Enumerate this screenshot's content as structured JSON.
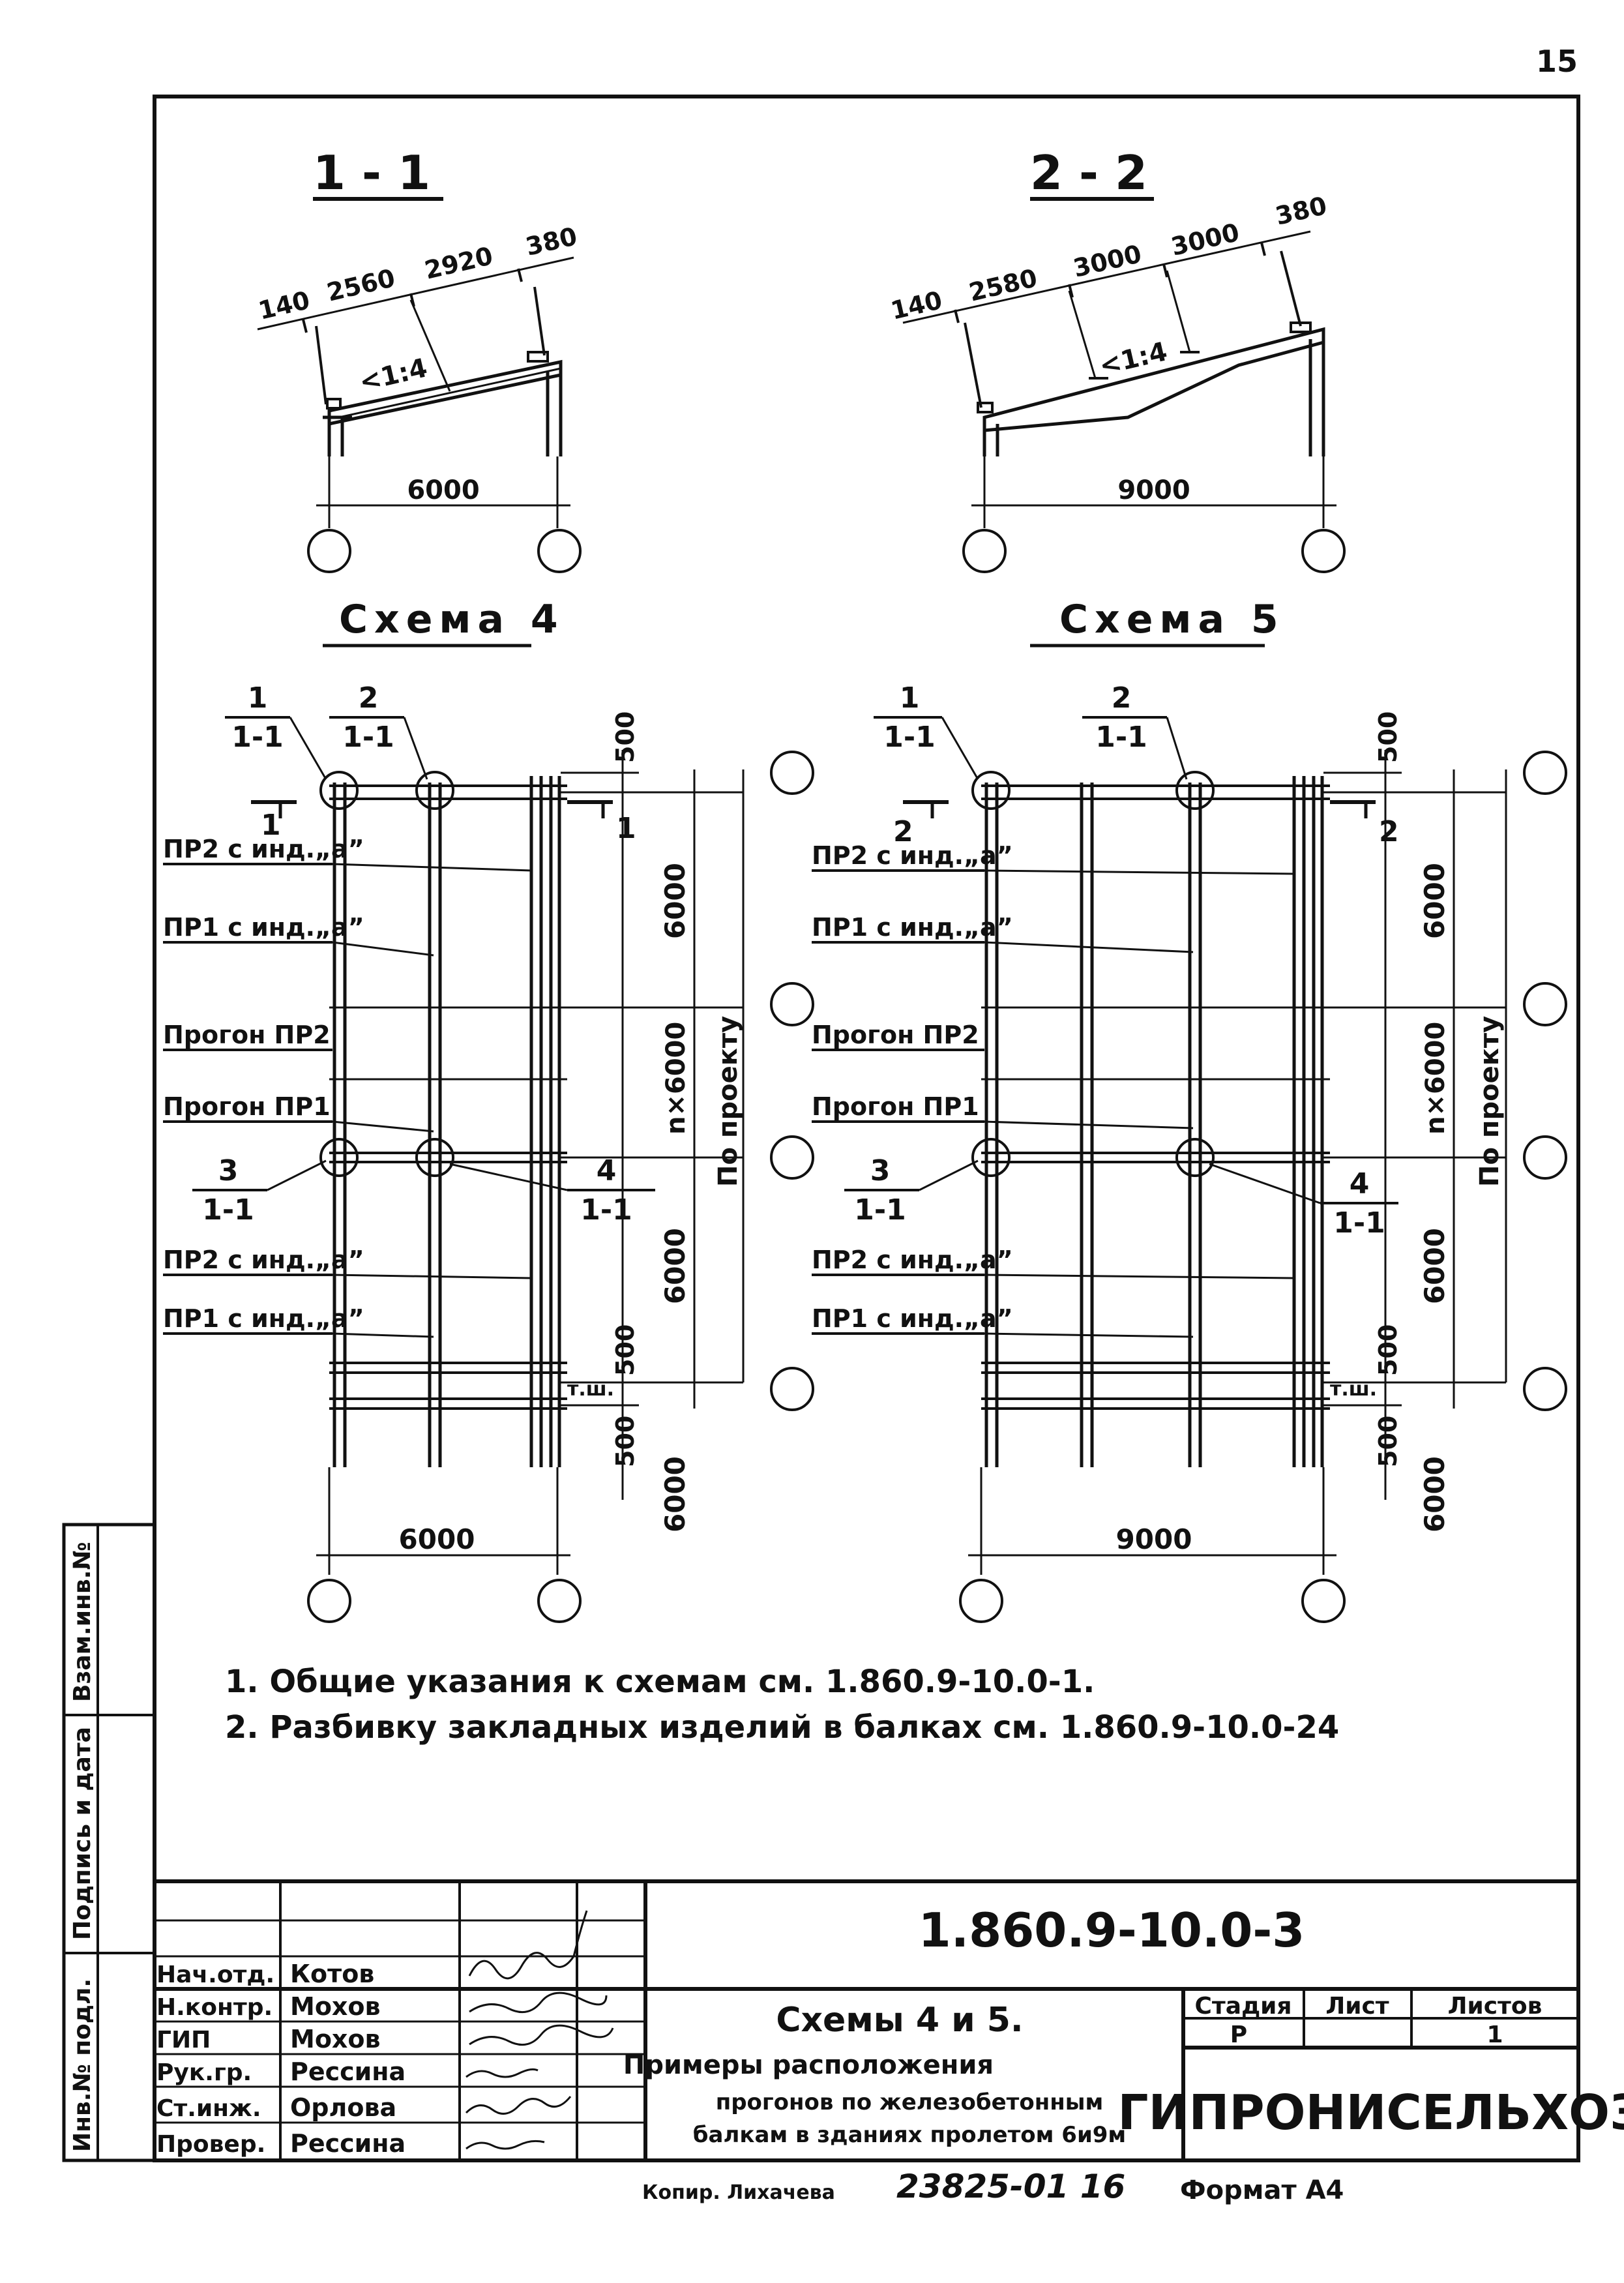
{
  "sheet": {
    "page_number": "15",
    "format_label": "Формат А4",
    "copied_by": "Копир. Лихачева",
    "inventory_number": "23825-01 16"
  },
  "left_strip": {
    "vzam_inv": "Взам.инв.№",
    "podpis_data": "Подпись и дата",
    "inv_podl": "Инв.№ подл."
  },
  "section_1": {
    "title": "1 - 1",
    "dims": [
      "140",
      "2560",
      "2920",
      "380"
    ],
    "slope": "<1:4",
    "span": "6000"
  },
  "section_2": {
    "title": "2 - 2",
    "dims": [
      "140",
      "2580",
      "3000",
      "3000",
      "380"
    ],
    "slope": "<1:4",
    "span": "9000"
  },
  "scheme_4": {
    "title": "Схема 4",
    "callouts": [
      {
        "num": "1",
        "ref": "1-1"
      },
      {
        "num": "2",
        "ref": "1-1"
      },
      {
        "num": "3",
        "ref": "1-1"
      },
      {
        "num": "4",
        "ref": "1-1"
      }
    ],
    "section_mark": "1",
    "labels": [
      "ПР2 с инд.„а”",
      "ПР1 с инд.„а”",
      "Прогон ПР2",
      "Прогон ПР1",
      "ПР2 с инд.„а”",
      "ПР1 с инд.„а”"
    ],
    "vertical_dims": [
      "500",
      "6000",
      "n×6000",
      "По проекту",
      "6000",
      "500",
      "500",
      "6000"
    ],
    "tsh": "т.ш.",
    "span": "6000"
  },
  "scheme_5": {
    "title": "Схема 5",
    "callouts": [
      {
        "num": "1",
        "ref": "1-1"
      },
      {
        "num": "2",
        "ref": "1-1"
      },
      {
        "num": "3",
        "ref": "1-1"
      },
      {
        "num": "4",
        "ref": "1-1"
      }
    ],
    "section_mark": "2",
    "labels": [
      "ПР2 с инд.„а”",
      "ПР1 с инд.„а”",
      "Прогон ПР2",
      "Прогон ПР1",
      "ПР2 с инд.„а”",
      "ПР1 с инд.„а”"
    ],
    "vertical_dims": [
      "500",
      "6000",
      "n×6000",
      "По проекту",
      "6000",
      "500",
      "500",
      "6000"
    ],
    "tsh": "т.ш.",
    "span": "9000"
  },
  "notes": [
    "1. Общие указания к схемам см. 1.860.9-10.0-1.",
    "2. Разбивку закладных изделий в балках см. 1.860.9-10.0-24"
  ],
  "title_block": {
    "doc_code": "1.860.9-10.0-3",
    "sheet_title_1": "Схемы 4 и 5.",
    "sheet_title_2": "Примеры расположения",
    "sheet_title_3": "прогонов по железобетонным",
    "sheet_title_4": "балкам в зданиях пролетом 6и9м",
    "stage_header": "Стадия",
    "sheet_header": "Лист",
    "sheets_header": "Листов",
    "stage_value": "Р",
    "sheets_value": "1",
    "organization": "ГИПРОНИСЕЛЬХОЗ",
    "roles": [
      {
        "role": "Нач.отд.",
        "name": "Котов"
      },
      {
        "role": "Н.контр.",
        "name": "Мохов"
      },
      {
        "role": "ГИП",
        "name": "Мохов"
      },
      {
        "role": "Рук.гр.",
        "name": "Рессина"
      },
      {
        "role": "Ст.инж.",
        "name": "Орлова"
      },
      {
        "role": "Провер.",
        "name": "Рессина"
      }
    ]
  }
}
